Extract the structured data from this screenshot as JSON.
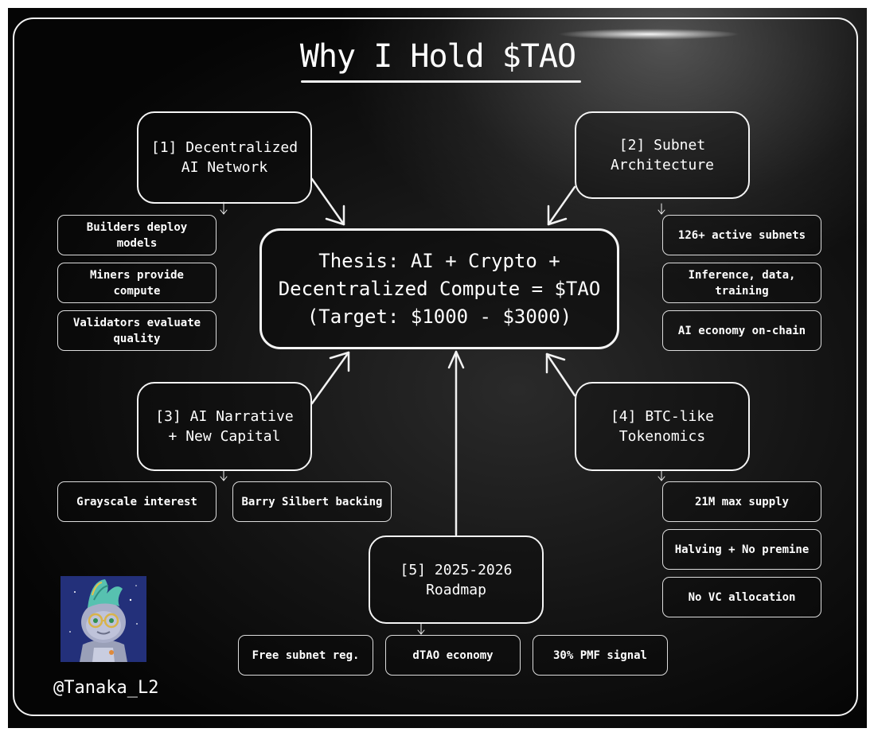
{
  "title": "Why I Hold $TAO",
  "thesis": "Thesis: AI + Crypto +\nDecentralized Compute = $TAO\n(Target: $1000 - $3000)",
  "pillars": [
    {
      "label": "[1] Decentralized\nAI Network",
      "points": [
        "Builders deploy\nmodels",
        "Miners provide\ncompute",
        "Validators evaluate\nquality"
      ]
    },
    {
      "label": "[2] Subnet\nArchitecture",
      "points": [
        "126+ active subnets",
        "Inference, data,\ntraining",
        "AI economy on-chain"
      ]
    },
    {
      "label": "[3] AI Narrative\n+ New Capital",
      "points": [
        "Grayscale interest",
        "Barry Silbert backing"
      ]
    },
    {
      "label": "[4] BTC-like\nTokenomics",
      "points": [
        "21M max supply",
        "Halving + No premine",
        "No VC allocation"
      ]
    },
    {
      "label": "[5] 2025-2026\nRoadmap",
      "points": [
        "Free subnet reg.",
        "dTAO economy",
        "30% PMF signal"
      ]
    }
  ],
  "author": {
    "handle": "@Tanaka_L2",
    "avatar_icon": "robot-mohawk-avatar-icon"
  },
  "colors": {
    "background": "#0b0b0b",
    "stroke": "#f2f2f2",
    "text": "#ffffff",
    "avatar_bg": "#23307a",
    "avatar_hair": "#57c1b0"
  }
}
